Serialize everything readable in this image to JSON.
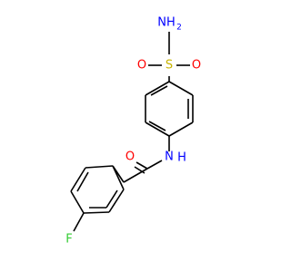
{
  "molecule": {
    "atoms": {
      "nh2": {
        "label": "NH",
        "subscript": "2",
        "color": "#0000ff"
      },
      "s": {
        "label": "S",
        "color": "#c8b400"
      },
      "o_left": {
        "label": "O",
        "color": "#ff0000"
      },
      "o_right": {
        "label": "O",
        "color": "#ff0000"
      },
      "amide_o": {
        "label": "O",
        "color": "#ff0000"
      },
      "nh": {
        "label": "N",
        "h_label": "H",
        "color": "#0000ff"
      },
      "f": {
        "label": "F",
        "color": "#33cc33"
      }
    }
  }
}
